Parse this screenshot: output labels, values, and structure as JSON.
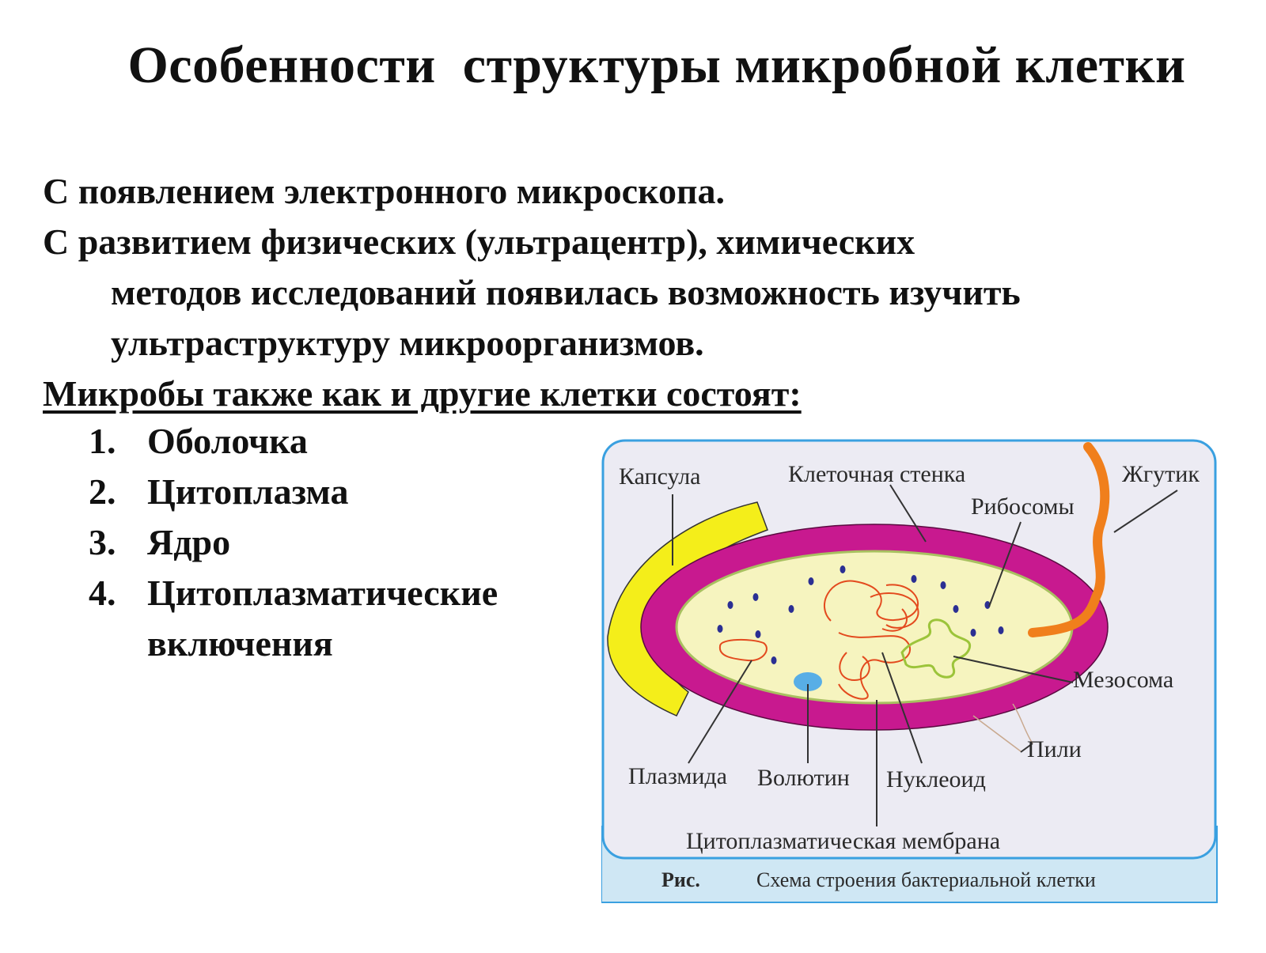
{
  "title": "Особенности  структуры микробной клетки",
  "paragraphs": {
    "line1": "С появлением электронного микроскопа.",
    "line2": "С развитием физических (ультрацентр), химических",
    "line3": "методов исследований появилась возможность изучить",
    "line4": "ультраструктуру микроорганизмов.",
    "line5": "Микробы также как и другие клетки состоят:"
  },
  "list": [
    {
      "num": "1.",
      "lines": [
        "Оболочка"
      ]
    },
    {
      "num": "2.",
      "lines": [
        "Цитоплазма"
      ]
    },
    {
      "num": "3.",
      "lines": [
        "Ядро"
      ]
    },
    {
      "num": "4.",
      "lines": [
        "Цитоплазматические",
        "включения"
      ]
    }
  ],
  "figure": {
    "labels": {
      "capsule": "Капсула",
      "cell_wall": "Клеточная стенка",
      "flagellum": "Жгутик",
      "ribosomes": "Рибосомы",
      "mesosome": "Мезосома",
      "pili": "Пили",
      "plasmid": "Плазмида",
      "volutin": "Волютин",
      "nucleoid": "Нуклеоид",
      "membrane": "Цитоплазматическая мембрана"
    },
    "caption_prefix": "Рис.",
    "caption": "Схема строения бактериальной клетки",
    "colors": {
      "frame": "#3aa0e0",
      "background": "#ecebf3",
      "caption_band": "#cfe7f4",
      "capsule": "#f4ee1a",
      "cell_wall": "#c8198f",
      "cytoplasm": "#f6f4bf",
      "nucleoid": "#e34a1e",
      "mesosome": "#9cc43a",
      "flagellum": "#f07f1c",
      "volutin": "#58aee6",
      "ribosome": "#2b2f93"
    }
  }
}
